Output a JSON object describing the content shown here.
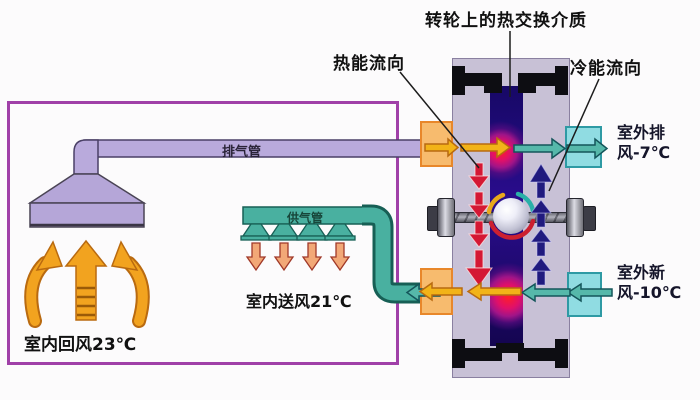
{
  "diagram": {
    "type": "rotary-wheel-heat-exchanger-hvac-schematic",
    "title_top": "转轮上的热交换介质",
    "labels": {
      "hot_energy_flow": "热能流向",
      "cold_energy_flow": "冷能流向",
      "exhaust_duct": "排气管",
      "supply_duct": "供气管",
      "indoor_return_air": "室内回风23℃",
      "indoor_supply_air": "室内送风21℃",
      "outdoor_exhaust_line1": "室外排",
      "outdoor_exhaust_line2": "风-7℃",
      "outdoor_fresh_line1": "室外新",
      "outdoor_fresh_line2": "风-10℃"
    },
    "temperatures": {
      "indoor_return": "23℃",
      "indoor_supply": "21℃",
      "outdoor_exhaust": "-7℃",
      "outdoor_fresh": "-10℃"
    },
    "colors": {
      "room_outline": "#a040a8",
      "duct_lavender": "#b9aadc",
      "unit_body": "#c8c1d6",
      "wheel_core": "#2a0d8e",
      "warm_air_arrow": "#f2b318",
      "cool_air_arrow": "#56b8aa",
      "heat_flow_arrow": "#d41834",
      "cold_flow_arrow": "#201a7e",
      "hot_box": "#f7bb6e",
      "cold_box": "#90dce2",
      "hood_arrow_orange": "#f2a31f",
      "supply_arrow_salmon": "#f2a877"
    }
  }
}
